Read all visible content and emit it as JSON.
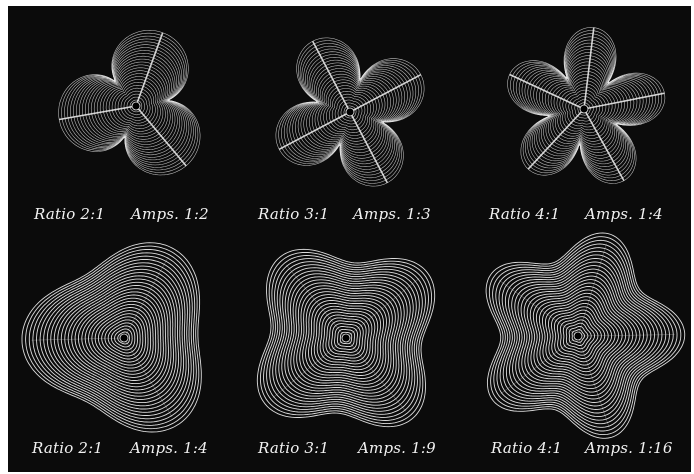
{
  "colors": {
    "background": "#0b0b0b",
    "lines": "#e8e8e8",
    "page": "#ffffff"
  },
  "figures": [
    {
      "name": "figure-ratio-2-1-amps-1-2",
      "style": "star",
      "lobes": 3,
      "ratio_label": "Ratio 2:1",
      "amps_label": "Amps. 1:2"
    },
    {
      "name": "figure-ratio-3-1-amps-1-3",
      "style": "star",
      "lobes": 4,
      "ratio_label": "Ratio 3:1",
      "amps_label": "Amps. 1:3"
    },
    {
      "name": "figure-ratio-4-1-amps-1-4",
      "style": "star",
      "lobes": 5,
      "ratio_label": "Ratio 4:1",
      "amps_label": "Amps. 1:4"
    },
    {
      "name": "figure-ratio-2-1-amps-1-4",
      "style": "rounded",
      "lobes": 3,
      "ratio_label": "Ratio 2:1",
      "amps_label": "Amps. 1:4"
    },
    {
      "name": "figure-ratio-3-1-amps-1-9",
      "style": "rounded",
      "lobes": 4,
      "ratio_label": "Ratio 3:1",
      "amps_label": "Amps. 1:9"
    },
    {
      "name": "figure-ratio-4-1-amps-1-16",
      "style": "rounded",
      "lobes": 5,
      "ratio_label": "Ratio 4:1",
      "amps_label": "Amps. 1:16"
    }
  ]
}
